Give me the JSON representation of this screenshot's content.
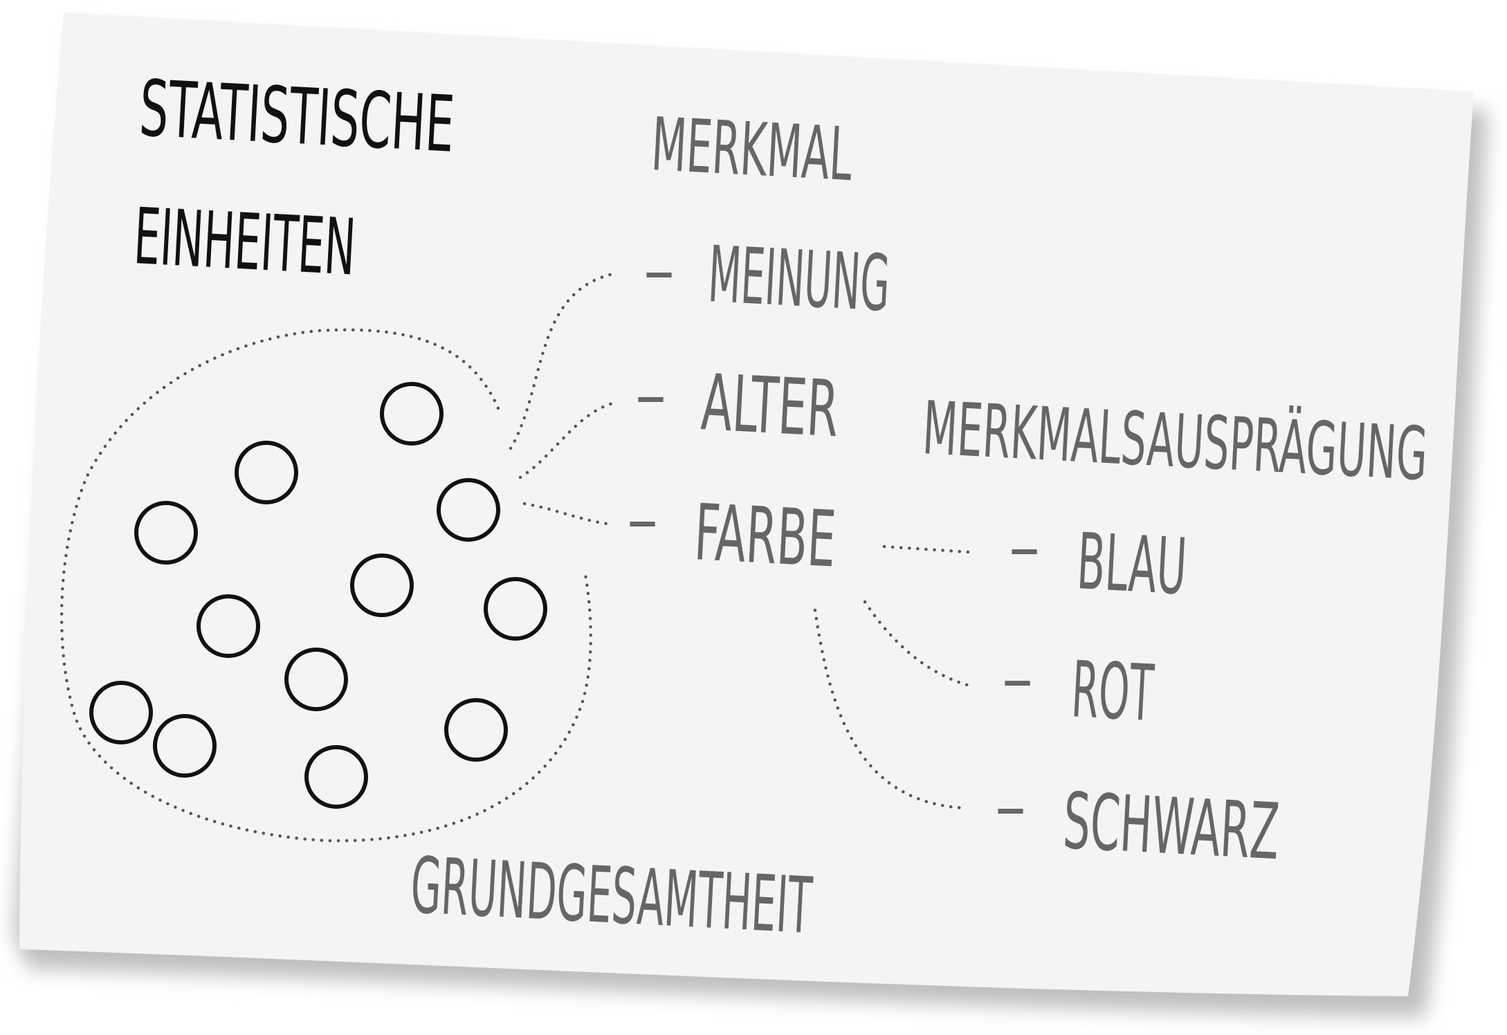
{
  "diagram": {
    "title_line1": "STATISTISCHE",
    "title_line2": "EINHEITEN",
    "feature_heading": "MERKMAL",
    "features": [
      {
        "dash": "–",
        "label": "MEINUNG"
      },
      {
        "dash": "–",
        "label": "ALTER"
      },
      {
        "dash": "–",
        "label": "FARBE"
      }
    ],
    "value_heading": "MERKMALSAUSPRÄGUNG",
    "values": [
      {
        "dash": "–",
        "label": "BLAU"
      },
      {
        "dash": "–",
        "label": "ROT"
      },
      {
        "dash": "–",
        "label": "SCHWARZ"
      }
    ],
    "population_label": "GRUNDGESAMTHEIT",
    "unit_count": 12
  },
  "colors": {
    "card": "#f4f4f4",
    "shadow": "#8a8a8a",
    "ink_dark": "#111111",
    "ink_gray": "#666666",
    "dots": "#555555"
  }
}
